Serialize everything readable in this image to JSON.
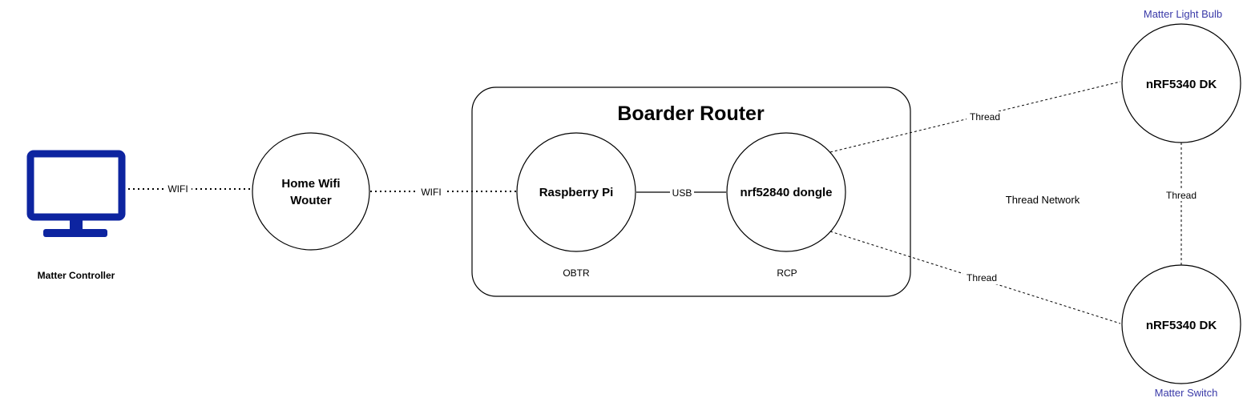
{
  "colors": {
    "stroke": "#000000",
    "monitor": "#0d24a0",
    "device_label": "#3a3aa8",
    "background": "#ffffff"
  },
  "nodes": {
    "matter_controller": {
      "icon": "monitor-icon",
      "label": "Matter Controller"
    },
    "home_wifi": {
      "label_line1": "Home Wifi",
      "label_line2": "Wouter"
    },
    "raspberry_pi": {
      "label": "Raspberry Pi",
      "role": "OBTR"
    },
    "dongle": {
      "label": "nrf52840 dongle",
      "role": "RCP"
    },
    "light_bulb_dk": {
      "label": "nRF5340 DK",
      "device": "Matter Light Bulb"
    },
    "switch_dk": {
      "label": "nRF5340 DK",
      "device": "Matter Switch"
    }
  },
  "border_router": {
    "title": "Boarder Router"
  },
  "edges": {
    "controller_wifi": "WIFI",
    "wifi_pi": "WIFI",
    "pi_dongle": "USB",
    "dongle_bulb": "Thread",
    "dongle_switch": "Thread",
    "bulb_switch": "Thread"
  },
  "network_label": "Thread Network"
}
